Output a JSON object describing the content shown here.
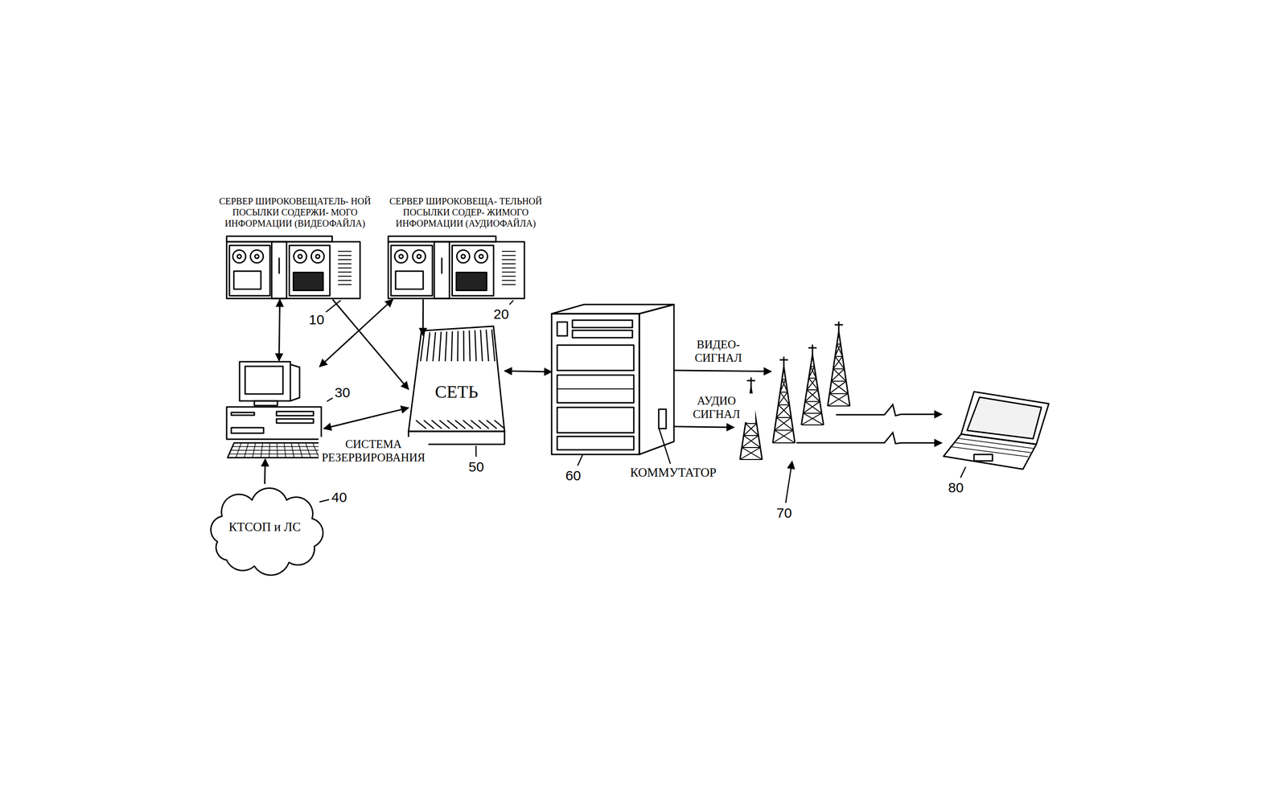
{
  "diagram": {
    "nodes": [
      {
        "text": [
          "СЕРВЕР ШИРОКОВЕЩАТЕЛЬ- НОЙ ПОСЫЛКИ СОДЕРЖИ- МОГО ИНФОРМАЦИИ (ВИДЕОФАЙЛА)",
          "10"
        ]
      },
      {
        "text": [
          "СЕРВЕР ШИРОКОВЕЩА- ТЕЛЬНОЙ ПОСЫЛКИ СОДЕР- ЖИМОГО ИНФОРМАЦИИ (АУДИОФАЙЛА)",
          "20"
        ]
      },
      {
        "text": [
          "30"
        ]
      },
      {
        "text": [
          "КТСОП и ЛС",
          "40"
        ]
      },
      {
        "text": [
          "СЕТЬ",
          "50"
        ]
      },
      {
        "text": [
          "60",
          "КОММУТАТОР"
        ]
      },
      {
        "text": [
          "70"
        ]
      },
      {
        "text": [
          "80"
        ]
      }
    ],
    "edges": [
      {
        "from": 0,
        "to": 2,
        "arrow": "both"
      },
      {
        "from": 0,
        "to": 4,
        "arrow": "to"
      },
      {
        "from": 2,
        "to": 1,
        "arrow": "both"
      },
      {
        "from": 1,
        "to": 4,
        "arrow": "to"
      },
      {
        "from": 2,
        "to": 4,
        "label": "СИСТЕМА РЕЗЕРВИРОВАНИЯ",
        "arrow": "both"
      },
      {
        "from": 3,
        "to": 2,
        "arrow": "to"
      },
      {
        "from": 4,
        "to": 5,
        "arrow": "both"
      },
      {
        "from": 5,
        "to": 6,
        "label": "ВИДЕО- СИГНАЛ",
        "arrow": "to"
      },
      {
        "from": 5,
        "to": 6,
        "label": "АУДИО СИГНАЛ",
        "arrow": "to"
      },
      {
        "from": 6,
        "to": 7,
        "arrow": "to"
      },
      {
        "from": 6,
        "to": 7,
        "arrow": "to"
      }
    ]
  }
}
